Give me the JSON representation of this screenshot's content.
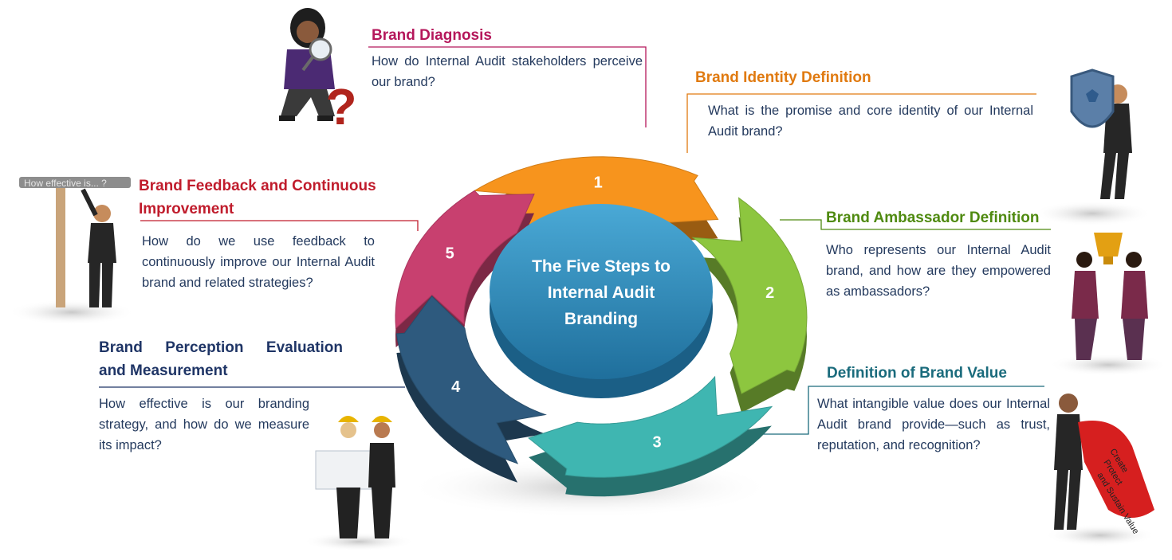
{
  "colors": {
    "seg1": "#f7941d",
    "seg2": "#8dc63f",
    "seg3": "#3fb6b1",
    "seg4": "#2e5a7e",
    "seg5": "#c8406f",
    "center": "#2f8fc1",
    "text": "#243a5e"
  },
  "center": {
    "line1": "The Five Steps to",
    "line2": "Internal Audit",
    "line3": "Branding"
  },
  "segments": [
    {
      "number": "1"
    },
    {
      "number": "2"
    },
    {
      "number": "3"
    },
    {
      "number": "4"
    },
    {
      "number": "5"
    }
  ],
  "steps": {
    "diagnosis": {
      "title": "Brand Diagnosis",
      "description": "How do Internal Audit stakeholders perceive our brand?"
    },
    "identity": {
      "title": "Brand Identity Definition",
      "description": "What is the promise and core identity of our Internal Audit brand?"
    },
    "ambassador": {
      "title": "Brand Ambassador Definition",
      "description": "Who represents our Internal Audit brand, and how are they empowered as ambassadors?"
    },
    "value": {
      "title": "Definition of Brand Value",
      "description": "What intangible value does our Internal Audit brand provide—such as trust, reputation, and recognition?"
    },
    "measurement": {
      "title_line1": "Brand Perception Evaluation",
      "title_line2": "and Measurement",
      "description": "How effective is our branding strategy, and how do we measure its impact?"
    },
    "feedback": {
      "title_line1": "Brand Feedback and Continuous",
      "title_line2": "Improvement",
      "description": "How do we use feedback to continuously improve our Internal Audit brand and related strategies?"
    }
  },
  "illustrations": {
    "ruler_text": "How effective is... ?",
    "cape_text": [
      "Create",
      "Protect",
      "and Sustain Value"
    ]
  }
}
